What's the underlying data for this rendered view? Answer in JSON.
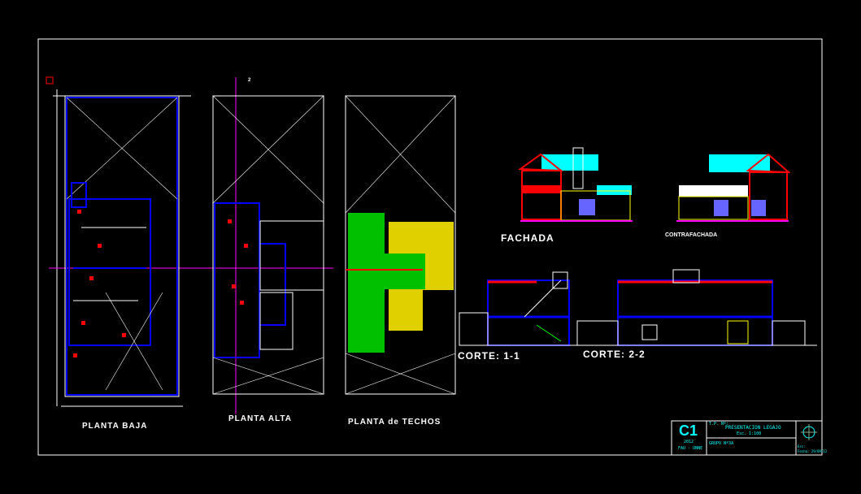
{
  "drawings": {
    "planta_baja": "PLANTA BAJA",
    "planta_alta": "PLANTA ALTA",
    "planta_techos": "PLANTA de TECHOS",
    "fachada": "FACHADA",
    "contrafachada": "CONTRAFACHADA",
    "corte_1": "CORTE: 1-1",
    "corte_2": "CORTE: 2-2",
    "section_mark": "2"
  },
  "title_block": {
    "sheet": "C1",
    "year": "2012",
    "school": "FAU - UNNE",
    "tp_label": "T.P. Nº:",
    "title": "PRESENTACION LEGAJO",
    "scale": "Esc. 1:100",
    "group": "GRUPO Nº3A",
    "name_label": "Esc:",
    "date": "Fecha: 29/09/12"
  },
  "colors": {
    "background": "#000000",
    "lines": "#ffffff",
    "accent": "#00ffff",
    "walls": "#0000ff",
    "red": "#ff0000",
    "green": "#00c000",
    "yellow": "#ffff00",
    "magenta": "#ff00ff"
  }
}
